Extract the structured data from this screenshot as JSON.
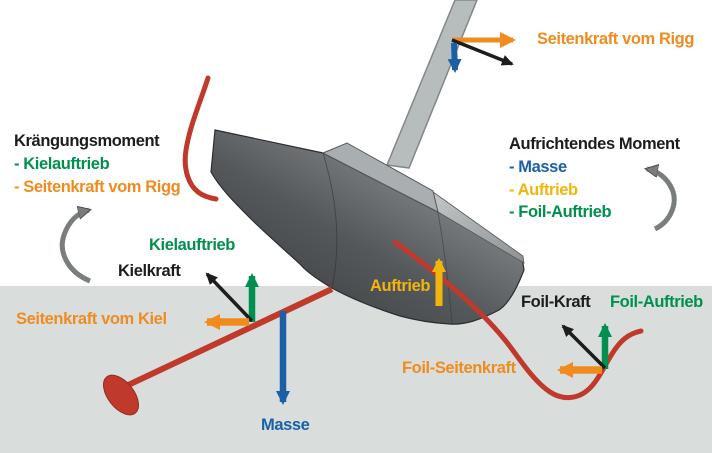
{
  "figure": {
    "background_color": "#ffffff",
    "water_color": "#d9dedd"
  },
  "colors": {
    "orange": "#ef8b1f",
    "green": "#008f4e",
    "blue": "#1b5fa5",
    "yellow": "#f2b50d",
    "red": "#bf3a2c",
    "hull_dark": "#3c3e40",
    "hull_light": "#9aa0a2",
    "mast_gray": "#b7bcbd",
    "moment_arrow_gray": "#7a7d7e",
    "text_black": "#1d1d1b"
  },
  "moment_left": {
    "title": "Krängungsmoment",
    "items": [
      {
        "label": "- Kielauftrieb",
        "color": "green"
      },
      {
        "label": "- Seitenkraft vom Rigg",
        "color": "orange"
      }
    ]
  },
  "moment_right": {
    "title": "Aufrichtendes Moment",
    "items": [
      {
        "label": "- Masse",
        "color": "blue"
      },
      {
        "label": "- Auftrieb",
        "color": "yellow"
      },
      {
        "label": "- Foil-Auftrieb",
        "color": "green"
      }
    ]
  },
  "force_labels": {
    "rig_side_force": "Seitenkraft vom Rigg",
    "keel_lift": "Kielauftrieb",
    "keel_force": "Kielkraft",
    "keel_side_force": "Seitenkraft vom Kiel",
    "mass": "Masse",
    "buoyancy": "Auftrieb",
    "foil_force": "Foil-Kraft",
    "foil_lift": "Foil-Auftrieb",
    "foil_side_force": "Foil-Seitenkraft"
  }
}
